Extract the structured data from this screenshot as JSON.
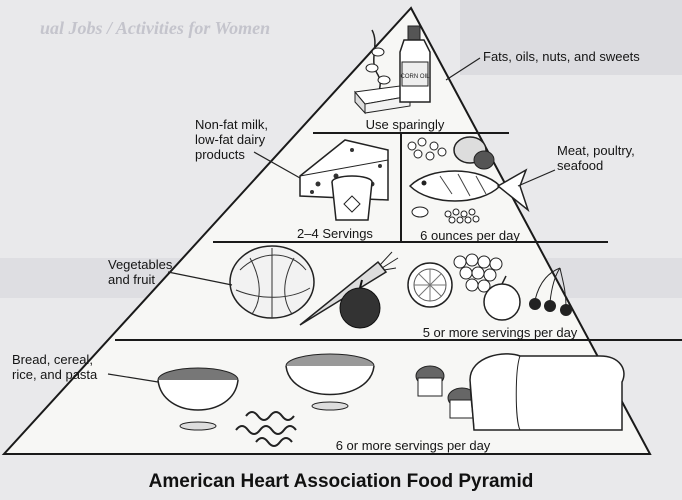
{
  "page": {
    "title": "American Heart Association Food Pyramid",
    "background_header": "ual Jobs / Activities for Women"
  },
  "tiers": [
    {
      "id": "fats",
      "category_label": "Fats, oils, nuts, and sweets",
      "serving_text": "Use sparingly",
      "bottle_label": "CORN OIL"
    },
    {
      "id": "dairy-meat",
      "dairy_label": "Non-fat milk, low-fat dairy products",
      "dairy_serving": "2–4 Servings",
      "meat_label": "Meat, poultry, seafood",
      "meat_serving": "6 ounces  per day"
    },
    {
      "id": "produce",
      "category_label": "Vegetables and fruit",
      "serving_text": "5 or more servings per day"
    },
    {
      "id": "grains",
      "category_label": "Bread, cereal, rice, and pasta",
      "serving_text": "6 or more servings per day"
    }
  ],
  "colors": {
    "background": "#e9e9eb",
    "ink": "#1a1a1a",
    "pyramid_fill": "#f7f7f5",
    "faded_text": "#b9b9c2"
  }
}
